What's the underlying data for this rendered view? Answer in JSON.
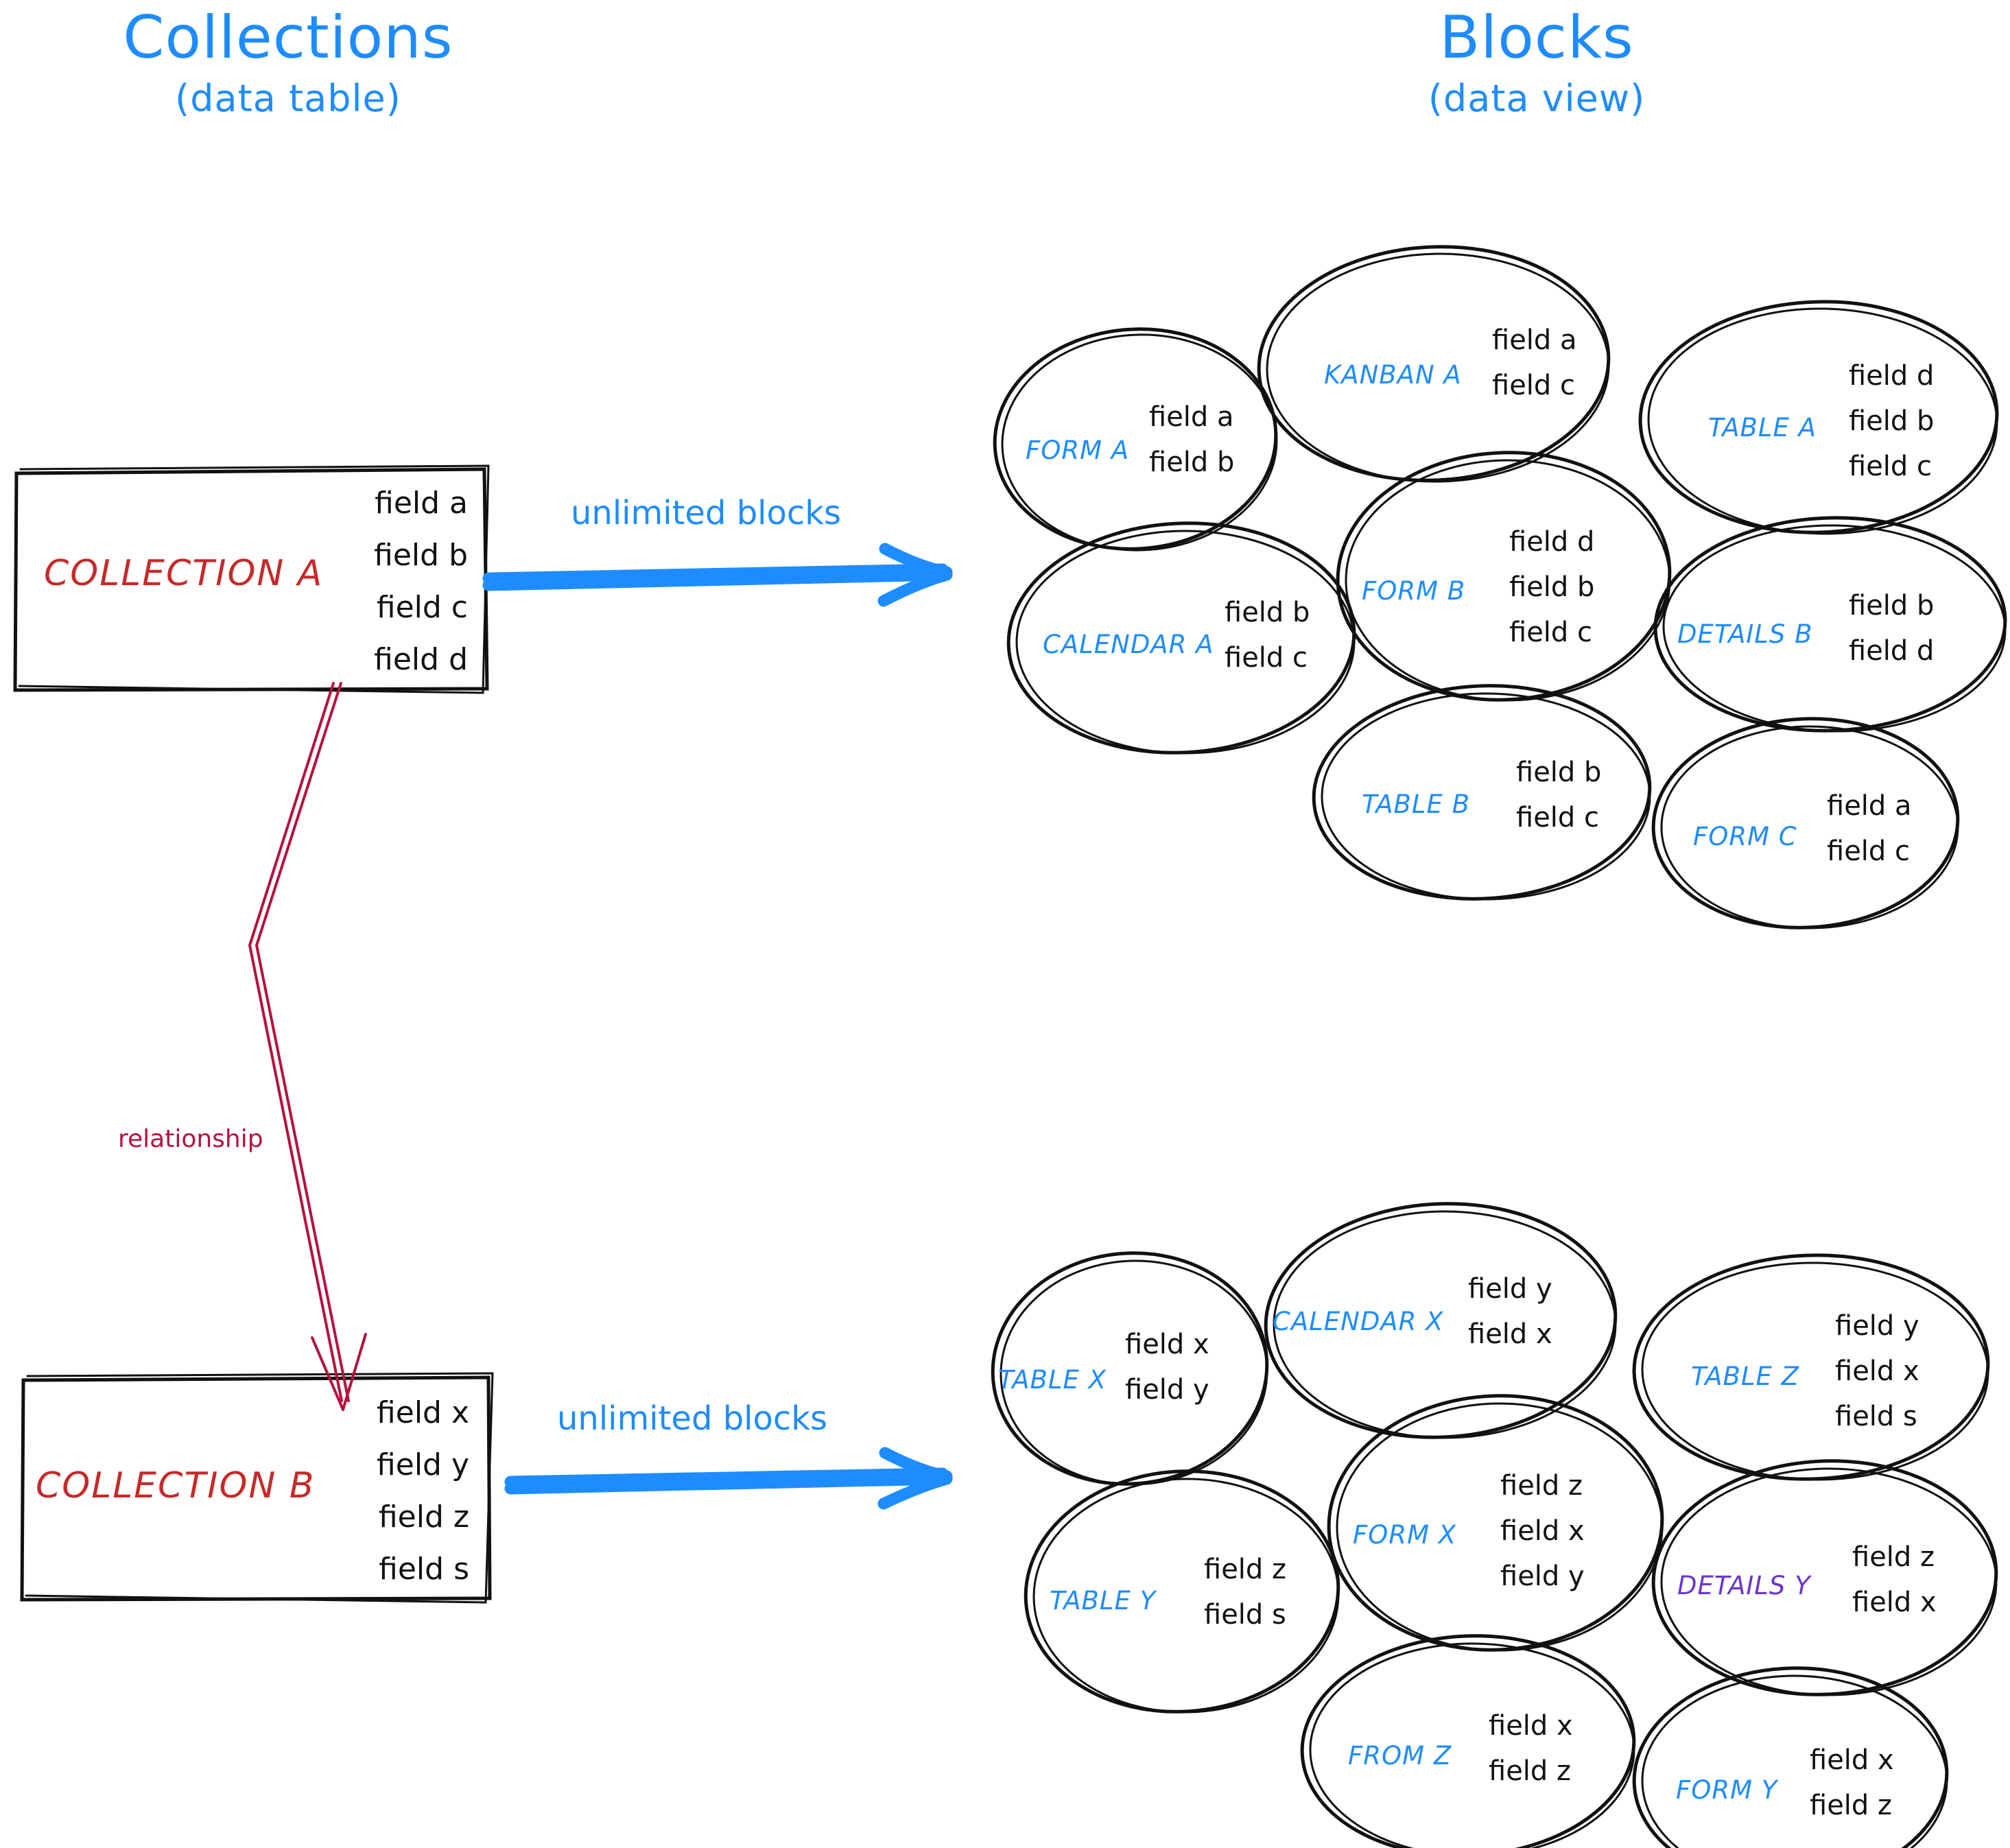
{
  "colors": {
    "accent_blue": "#1E8CFF",
    "collection_red": "#C62A2A",
    "relationship_crimson": "#B5123E",
    "details_purple": "#6A36CC",
    "ink_black": "#111111",
    "background": "#FFFFFF"
  },
  "headings": {
    "left": {
      "main": "Collections",
      "sub": "(data table)"
    },
    "right": {
      "main": "Blocks",
      "sub": "(data view)"
    }
  },
  "collections": [
    {
      "id": "collection-a",
      "name": "COLLECTION A",
      "fields": [
        "field a",
        "field b",
        "field c",
        "field d"
      ],
      "arrow_label": "unlimited blocks"
    },
    {
      "id": "collection-b",
      "name": "COLLECTION B",
      "fields": [
        "field x",
        "field y",
        "field z",
        "field s"
      ],
      "arrow_label": "unlimited blocks"
    }
  ],
  "relationship": {
    "label": "relationship"
  },
  "block_groups": [
    {
      "id": "blocks-a",
      "source": "COLLECTION A",
      "blocks": [
        {
          "id": "form-a",
          "label": "FORM A",
          "fields": [
            "field a",
            "field b"
          ],
          "color": "blue"
        },
        {
          "id": "kanban-a",
          "label": "KANBAN A",
          "fields": [
            "field a",
            "field c"
          ],
          "color": "blue"
        },
        {
          "id": "table-a",
          "label": "TABLE A",
          "fields": [
            "field d",
            "field b",
            "field c"
          ],
          "color": "blue"
        },
        {
          "id": "calendar-a",
          "label": "CALENDAR A",
          "fields": [
            "field b",
            "field c"
          ],
          "color": "blue"
        },
        {
          "id": "form-b",
          "label": "FORM B",
          "fields": [
            "field d",
            "field b",
            "field c"
          ],
          "color": "blue"
        },
        {
          "id": "details-b",
          "label": "DETAILS B",
          "fields": [
            "field b",
            "field d"
          ],
          "color": "blue"
        },
        {
          "id": "table-b",
          "label": "TABLE B",
          "fields": [
            "field b",
            "field c"
          ],
          "color": "blue"
        },
        {
          "id": "form-c",
          "label": "FORM C",
          "fields": [
            "field a",
            "field c"
          ],
          "color": "blue"
        }
      ]
    },
    {
      "id": "blocks-b",
      "source": "COLLECTION B",
      "blocks": [
        {
          "id": "table-x",
          "label": "TABLE X",
          "fields": [
            "field x",
            "field y"
          ],
          "color": "blue"
        },
        {
          "id": "calendar-x",
          "label": "CALENDAR X",
          "fields": [
            "field y",
            "field x"
          ],
          "color": "blue"
        },
        {
          "id": "table-z",
          "label": "TABLE Z",
          "fields": [
            "field y",
            "field x",
            "field s"
          ],
          "color": "blue"
        },
        {
          "id": "table-y",
          "label": "TABLE Y",
          "fields": [
            "field z",
            "field s"
          ],
          "color": "blue"
        },
        {
          "id": "form-x",
          "label": "FORM X",
          "fields": [
            "field z",
            "field x",
            "field y"
          ],
          "color": "blue"
        },
        {
          "id": "details-y",
          "label": "DETAILS Y",
          "fields": [
            "field z",
            "field x"
          ],
          "color": "purple"
        },
        {
          "id": "from-z",
          "label": "FROM Z",
          "fields": [
            "field x",
            "field z"
          ],
          "color": "blue"
        },
        {
          "id": "form-y",
          "label": "FORM Y",
          "fields": [
            "field x",
            "field z"
          ],
          "color": "blue"
        }
      ]
    }
  ]
}
